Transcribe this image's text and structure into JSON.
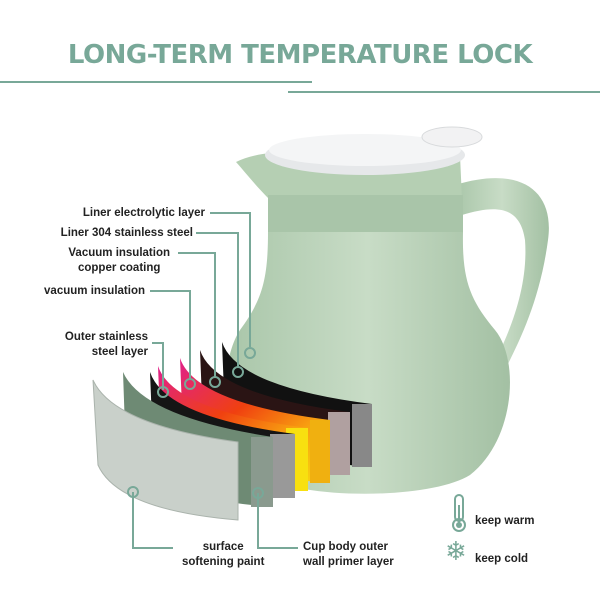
{
  "title": "LONG-TERM TEMPERATURE LOCK",
  "labels": {
    "liner_electrolytic": "Liner electrolytic layer",
    "liner_steel": "Liner 304 stainless steel",
    "vacuum_copper_1": "Vacuum insulation",
    "vacuum_copper_2": "copper coating",
    "vacuum": "vacuum insulation",
    "outer_steel_1": "Outer stainless",
    "outer_steel_2": "steel layer",
    "surface_1": "surface",
    "surface_2": "softening paint",
    "primer_1": "Cup body outer",
    "primer_2": "wall primer layer"
  },
  "legend": {
    "warm": {
      "icon": "thermometer-icon",
      "label": "keep warm"
    },
    "cold": {
      "icon": "snowflake-icon",
      "label": "keep cold"
    }
  },
  "colors": {
    "accent": "#78a898",
    "body": "#b9d3b9"
  }
}
